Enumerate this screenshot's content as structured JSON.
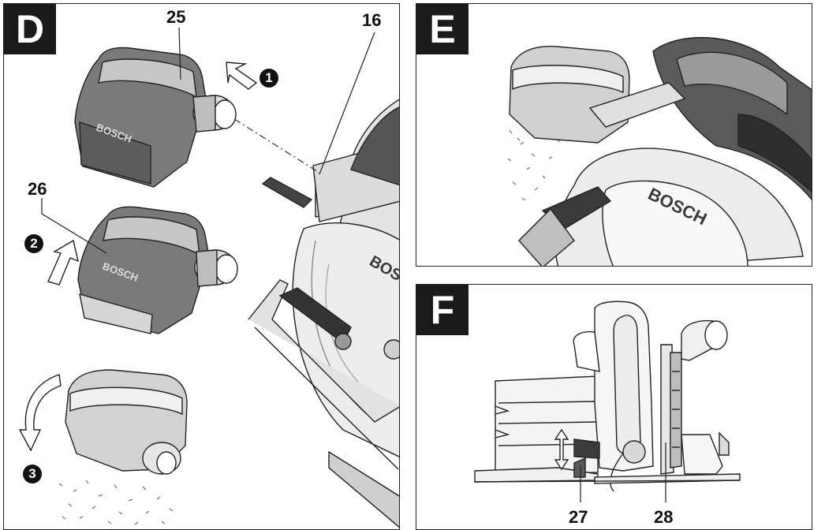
{
  "panels": {
    "D": {
      "tag": "D",
      "callouts": {
        "c25": "25",
        "c16": "16",
        "c26": "26"
      },
      "steps": {
        "s1": "1",
        "s2": "2",
        "s3": "3"
      },
      "logo_text": "BOSCH"
    },
    "E": {
      "tag": "E",
      "logo_text": "BOSCH"
    },
    "F": {
      "tag": "F",
      "callouts": {
        "c27": "27",
        "c28": "28"
      }
    }
  }
}
